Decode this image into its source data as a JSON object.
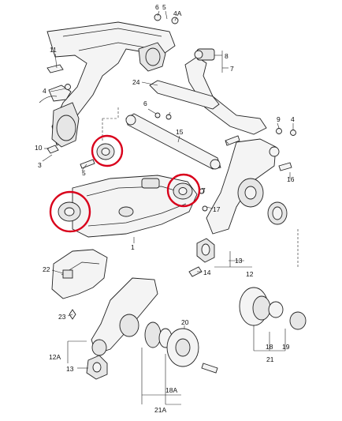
{
  "labels": {
    "l1": "1",
    "l3": "3",
    "l4a": "4",
    "l4b": "4",
    "l4A": "4A",
    "l5a": "5",
    "l5b": "5",
    "l6a": "6",
    "l6b": "6",
    "l7a": "7",
    "l7b": "7",
    "l8": "8",
    "l9": "9",
    "l10": "10",
    "l11": "11",
    "l12": "12",
    "l12A": "12A",
    "l13a": "13",
    "l13b": "13",
    "l14": "14",
    "l15": "15",
    "l16": "16",
    "l17": "17",
    "l18": "18",
    "l18A": "18A",
    "l19": "19",
    "l20": "20",
    "l21": "21",
    "l21A": "21A",
    "l22": "22",
    "l23": "23",
    "l24": "24"
  },
  "highlight_color": "#d9001b"
}
